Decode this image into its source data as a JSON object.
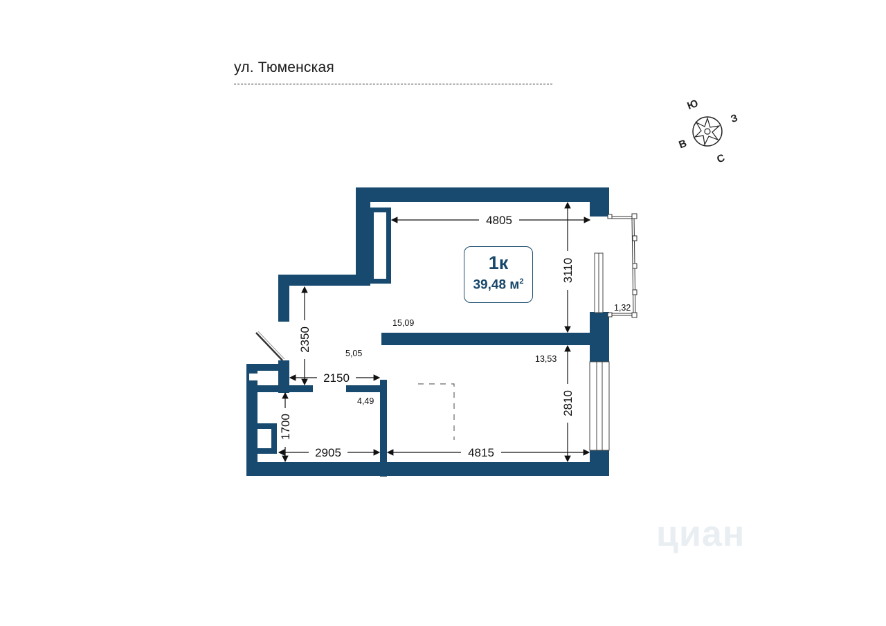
{
  "street": {
    "name": "ул. Тюменская"
  },
  "apartment": {
    "type": "1к",
    "area_value": "39,48 м",
    "area_unit_sup": "2"
  },
  "compass": {
    "south": "Ю",
    "west": "З",
    "east": "В",
    "north": "С"
  },
  "room_areas": {
    "living": "15,09",
    "kitchen": "13,53",
    "hallway": "5,05",
    "bathroom": "4,49",
    "balcony": "1,32"
  },
  "dimensions": {
    "living_width": "4805",
    "living_depth": "3110",
    "hall_depth": "2350",
    "hall_width": "2150",
    "bath_depth": "1700",
    "bath_width": "2905",
    "kitchen_width": "4815",
    "kitchen_depth": "2810"
  },
  "watermark": {
    "text": "циан"
  },
  "colors": {
    "wall": "#174a6e",
    "text": "#1a1a1a",
    "accent": "#17476a"
  }
}
